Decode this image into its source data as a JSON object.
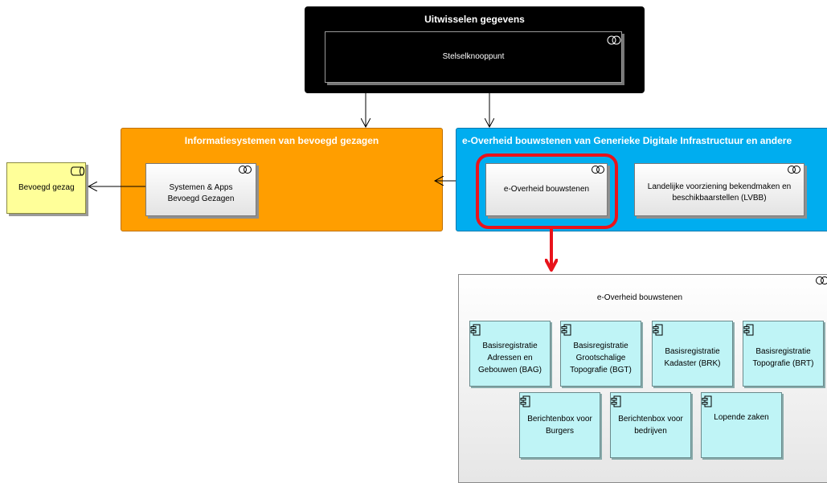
{
  "diagram": {
    "top_group": {
      "title": "Uitwisselen gegevens",
      "service": "Stelselknooppunt"
    },
    "orange_group": {
      "title": "Informatiesystemen van bevoegd gezagen",
      "service": "Systemen & Apps Bevoegd Gezagen"
    },
    "blue_group": {
      "title": "e-Overheid bouwstenen van Generieke Digitale Infrastructuur en andere",
      "services": [
        "e-Overheid bouwstenen",
        "Landelijke voorziening bekendmaken en beschikbaarstellen (LVBB)"
      ]
    },
    "actor": "Bevoegd gezag",
    "detail_group": {
      "title": "e-Overheid bouwstenen",
      "components": [
        "Basisregistratie Adressen en Gebouwen (BAG)",
        "Basisregistratie Grootschalige Topografie (BGT)",
        "Basisregistratie Kadaster (BRK)",
        "Basisregistratie Topografie (BRT)",
        "Berichtenbox voor Burgers",
        "Berichtenbox voor bedrijven",
        "Lopende zaken"
      ]
    },
    "colors": {
      "top": "#000000",
      "orange": "#ff9e00",
      "blue": "#00adef",
      "actor": "#ffff99",
      "component": "#bff4f6",
      "highlight": "#e8131b"
    }
  }
}
